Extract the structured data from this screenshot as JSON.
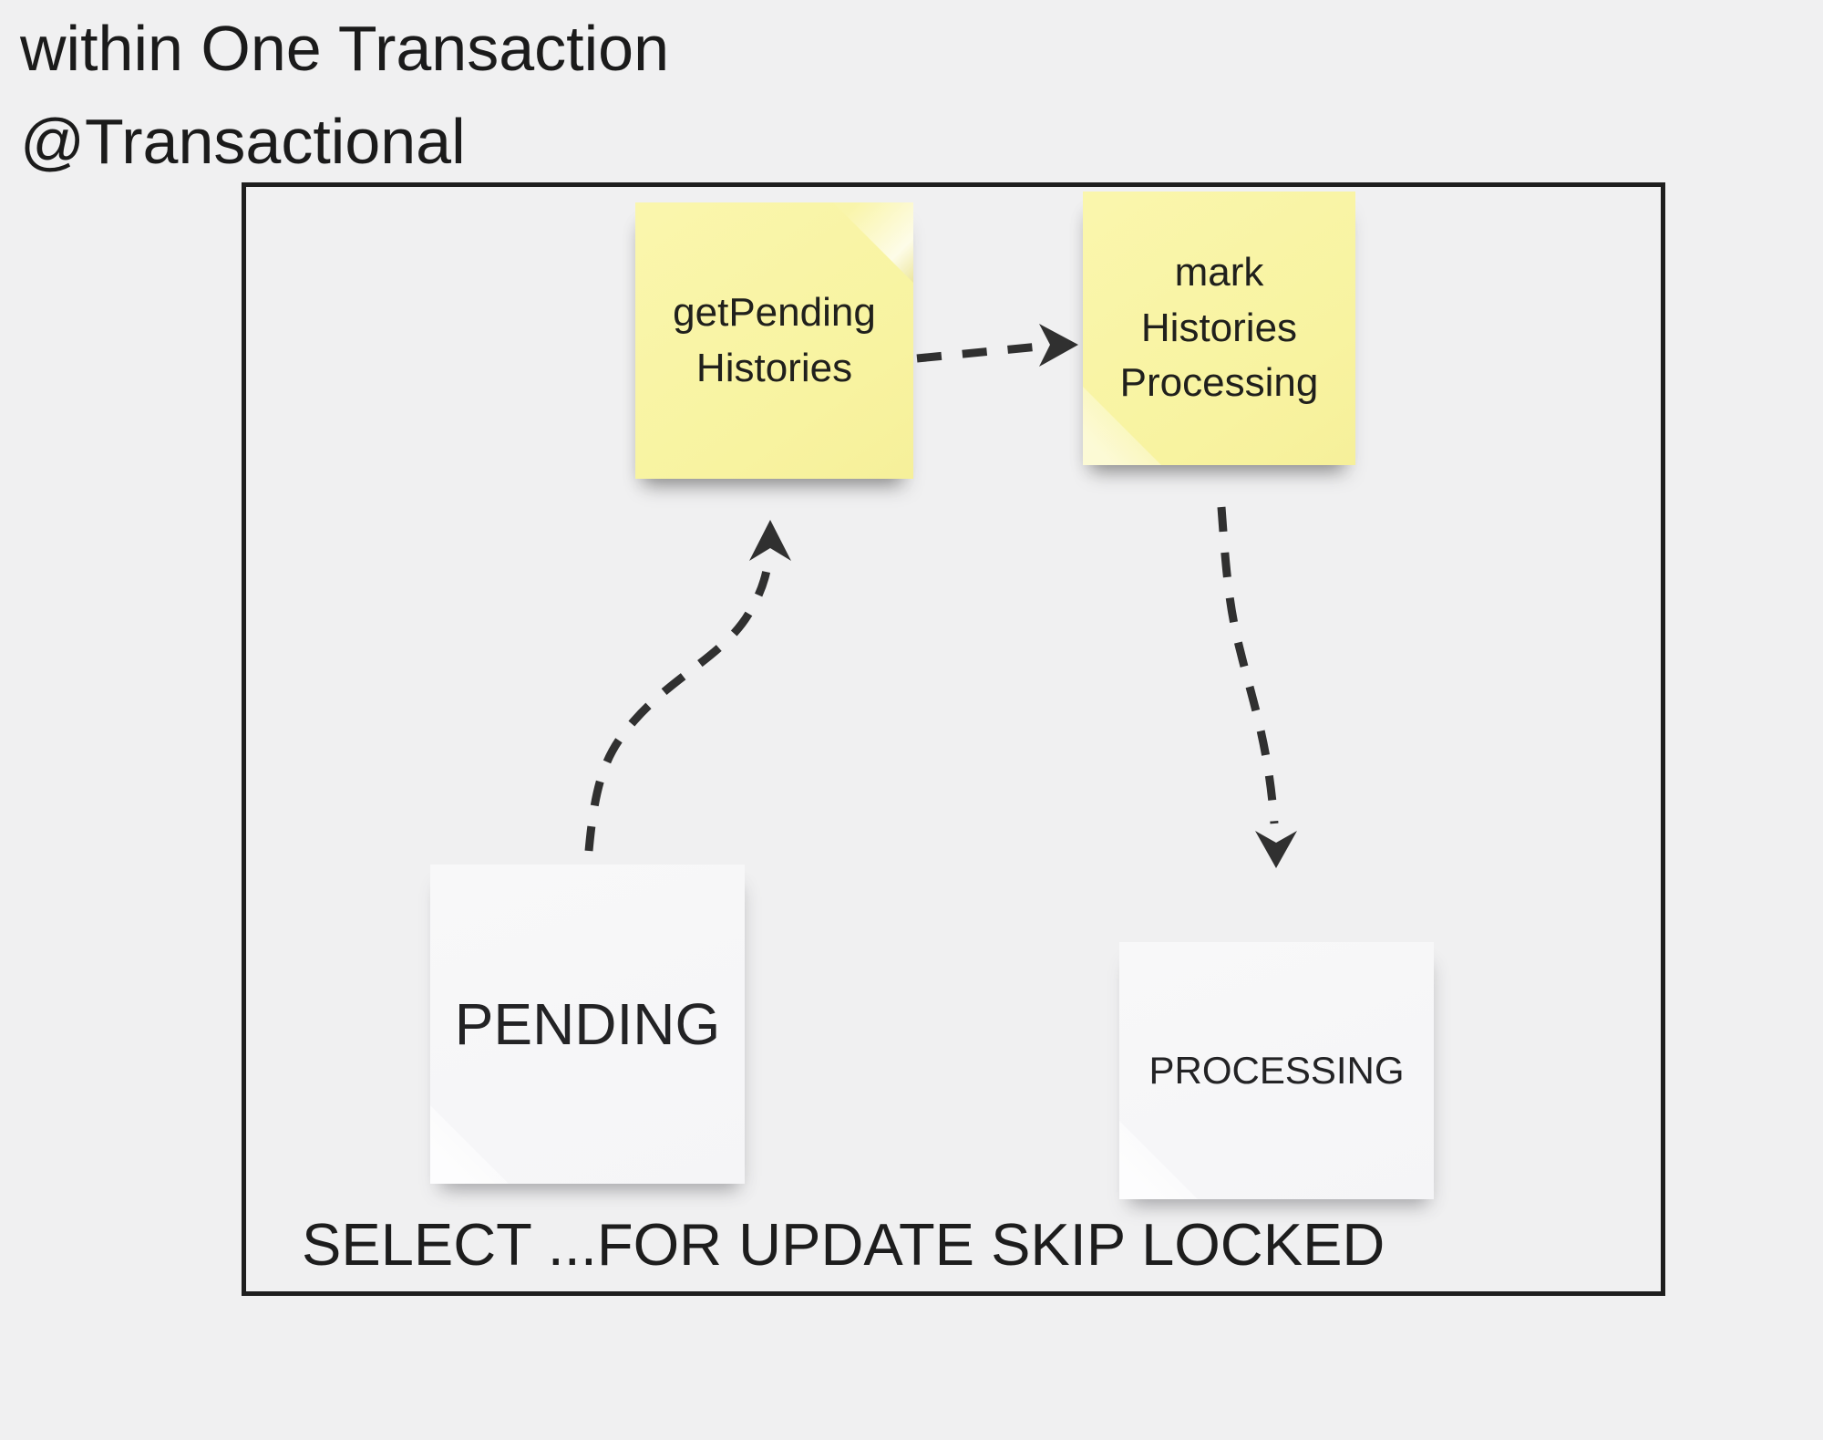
{
  "title": {
    "line1": "within One Transaction",
    "line2": "@Transactional"
  },
  "diagram": {
    "caption": "SELECT ...FOR UPDATE SKIP LOCKED",
    "notes": [
      {
        "name": "get-pending-histories",
        "type": "yellow-sticky",
        "color": "#f8f3a0",
        "lines": [
          "getPending",
          "Histories"
        ]
      },
      {
        "name": "mark-histories-processing",
        "type": "yellow-sticky",
        "color": "#f8f3a0",
        "lines": [
          "mark",
          "Histories",
          "Processing"
        ]
      },
      {
        "name": "pending-state",
        "type": "white-sticky",
        "color": "#f6f6f8",
        "lines": [
          "PENDING"
        ]
      },
      {
        "name": "processing-state",
        "type": "white-sticky",
        "color": "#f6f6f8",
        "lines": [
          "PROCESSING"
        ]
      }
    ],
    "arrows": [
      {
        "name": "pending-to-getpending-arrow",
        "style": "dashed",
        "direction": "up"
      },
      {
        "name": "getpending-to-mark-arrow",
        "style": "dashed",
        "direction": "right"
      },
      {
        "name": "mark-to-processing-arrow",
        "style": "dashed",
        "direction": "down"
      }
    ],
    "colors": {
      "background": "#f0f0f1",
      "frame_border": "#1e1e1e",
      "arrow_stroke": "#303030",
      "text": "#1d1d1d"
    }
  }
}
